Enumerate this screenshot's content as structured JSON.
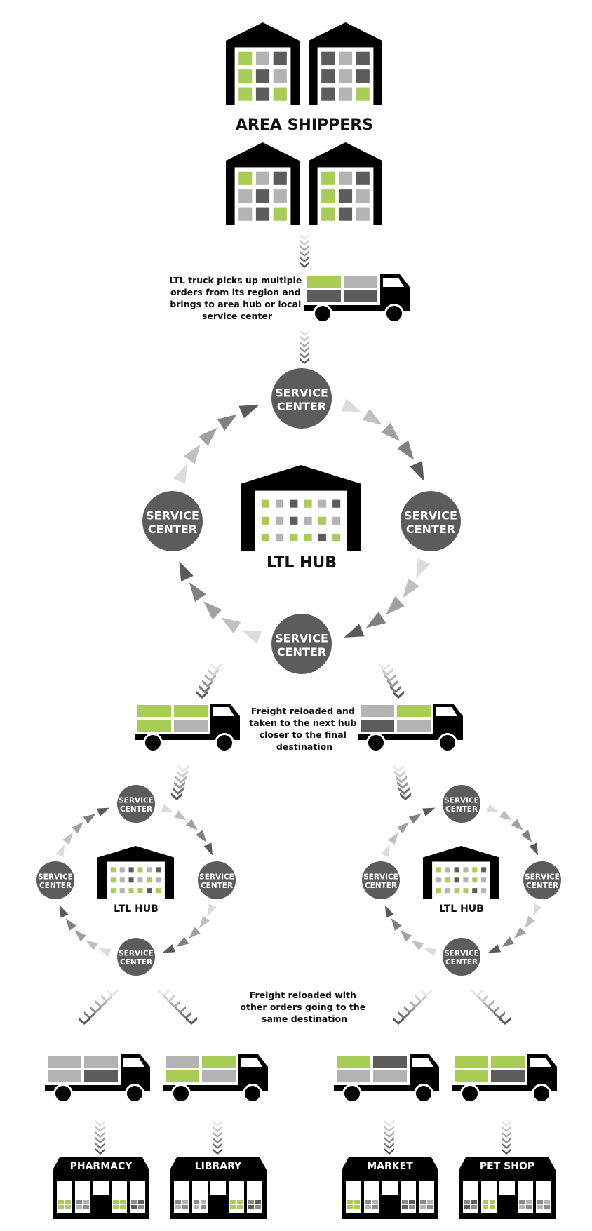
{
  "labels": {
    "area_shippers": "AREA SHIPPERS",
    "ltl_hub": "LTL HUB",
    "service_center_line1": "SERVICE",
    "service_center_line2": "CENTER"
  },
  "captions": {
    "pickup": [
      "LTL truck picks up multiple",
      "orders from its region and",
      "brings to area hub or local",
      "service center"
    ],
    "reload_next_hub": [
      "Freight reloaded and",
      "taken to the next hub",
      "closer to the final",
      "destination"
    ],
    "reload_same_destination": [
      "Freight reloaded with",
      "other orders going to the",
      "same destination"
    ]
  },
  "destinations": [
    "PHARMACY",
    "LIBRARY",
    "MARKET",
    "PET SHOP"
  ],
  "colors": {
    "black": "#000000",
    "dark_gray": "#5c5c5c",
    "mid_gray": "#8a8a8a",
    "light_gray": "#b3b3b3",
    "green": "#a8cc55",
    "white": "#ffffff"
  }
}
